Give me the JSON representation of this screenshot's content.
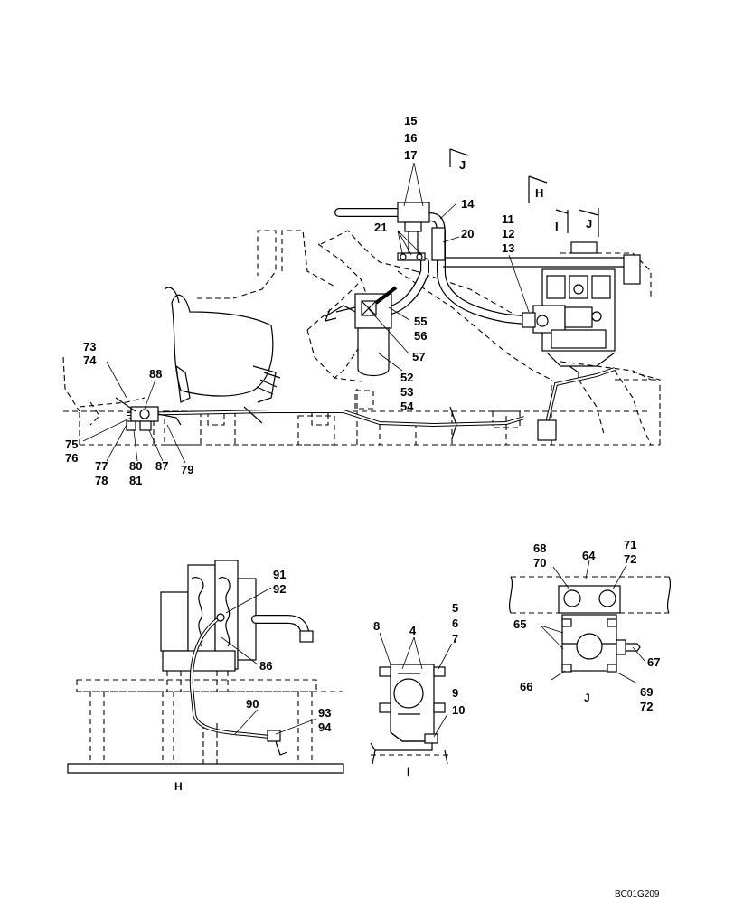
{
  "diagram_code": "BC01G209",
  "views": {
    "H": "H",
    "I": "I",
    "J": "J"
  },
  "section_markers": {
    "j_top": "J",
    "h_top": "H",
    "i_top": "I",
    "j_right": "J"
  },
  "callouts": {
    "c15": "15",
    "c16": "16",
    "c17": "17",
    "c14": "14",
    "c20": "20",
    "c21": "21",
    "c11": "11",
    "c12": "12",
    "c13": "13",
    "c55": "55",
    "c56": "56",
    "c57": "57",
    "c52": "52",
    "c53": "53",
    "c54": "54",
    "c73": "73",
    "c74": "74",
    "c88": "88",
    "c75": "75",
    "c76": "76",
    "c77": "77",
    "c78": "78",
    "c80": "80",
    "c81": "81",
    "c87": "87",
    "c79": "79",
    "c91": "91",
    "c92": "92",
    "c86": "86",
    "c90": "90",
    "c93": "93",
    "c94": "94",
    "c8": "8",
    "c4": "4",
    "c5": "5",
    "c6": "6",
    "c7": "7",
    "c9": "9",
    "c10": "10",
    "c68": "68",
    "c70": "70",
    "c64": "64",
    "c71": "71",
    "c72a": "72",
    "c65": "65",
    "c67": "67",
    "c66": "66",
    "c69": "69",
    "c72b": "72"
  }
}
